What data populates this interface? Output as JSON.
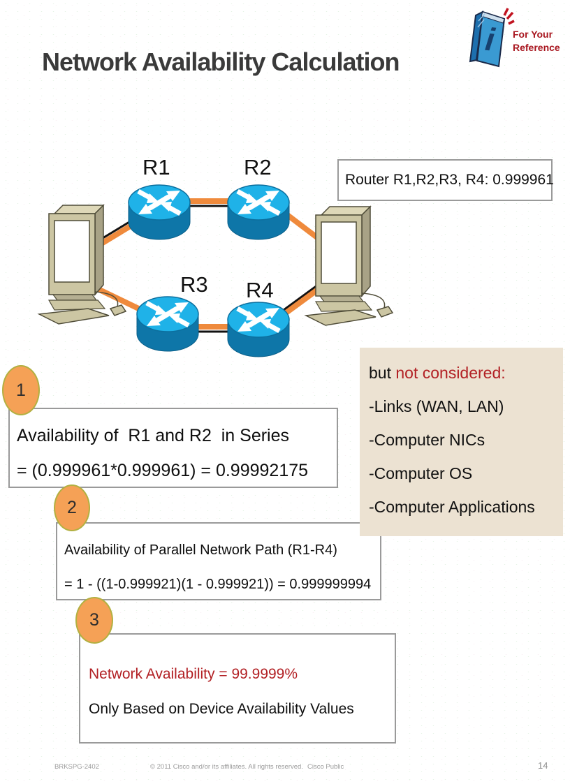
{
  "slide": {
    "title": "Network Availability Calculation"
  },
  "reference": {
    "icon": "info-book-icon",
    "line1": "For Your",
    "line2": "Reference"
  },
  "diagram": {
    "router_labels": [
      "R1",
      "R2",
      "R3",
      "R4"
    ],
    "note": "Router R1,R2,R3, R4: 0.999961",
    "hosts": [
      "left-computer",
      "right-computer"
    ]
  },
  "steps": [
    {
      "number": "1",
      "line1": "Availability of  R1 and R2  in Series",
      "line2": "= (0.999961*0.999961) = 0.99992175"
    },
    {
      "number": "2",
      "line1": "Availability of Parallel Network Path (R1-R4)",
      "line2": "= 1 - ((1-0.999921)(1 - 0.999921)) = 0.999999994"
    },
    {
      "number": "3",
      "line1": "Network Availability = 99.9999%",
      "line2": "Only Based on Device Availability Values"
    }
  ],
  "not_considered": {
    "prefix": "but ",
    "highlight": "not considered:",
    "items": [
      "-Links (WAN, LAN)",
      "-Computer NICs",
      "-Computer OS",
      "-Computer Applications"
    ]
  },
  "footer": {
    "session_id": "BRKSPG-2402",
    "copyright": "© 2011 Cisco and/or its affiliates. All rights reserved.",
    "classification": "Cisco Public",
    "page": "14"
  },
  "colors": {
    "link_orange": "#ef8a3c",
    "router_top": "#1fb2e8",
    "router_body": "#0e76a8",
    "host_tan": "#ccc6a3",
    "badge_orange": "#f5a156",
    "badge_border": "#b2b041",
    "accent_red": "#b22024",
    "panel_beige": "#ece2d2",
    "box_border_gray": "#9a9a9a",
    "title_gray": "#3a3a3a"
  }
}
